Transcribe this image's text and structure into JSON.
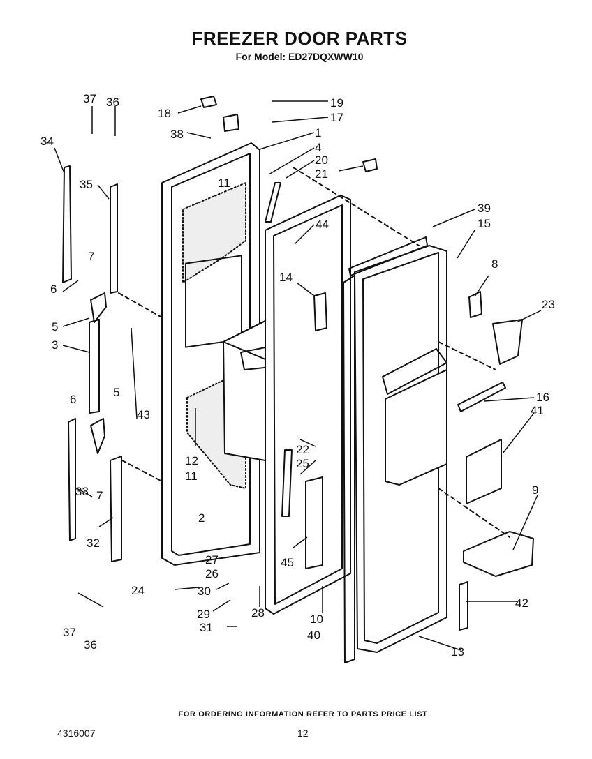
{
  "header": {
    "title": "FREEZER DOOR PARTS",
    "subtitle": "For Model: ED27DQXWW10"
  },
  "footer": {
    "note": "FOR ORDERING INFORMATION REFER TO PARTS PRICE LIST",
    "doc_number": "4316007",
    "page_number": "12"
  },
  "callouts": [
    "37",
    "36",
    "34",
    "35",
    "7",
    "6",
    "5",
    "3",
    "6",
    "5",
    "43",
    "33",
    "7",
    "32",
    "37",
    "36",
    "18",
    "38",
    "11",
    "12",
    "11",
    "2",
    "24",
    "27",
    "26",
    "30",
    "29",
    "31",
    "28",
    "19",
    "17",
    "1",
    "4",
    "20",
    "21",
    "44",
    "14",
    "22",
    "25",
    "45",
    "10",
    "40",
    "39",
    "15",
    "8",
    "23",
    "16",
    "41",
    "9",
    "42",
    "13"
  ]
}
